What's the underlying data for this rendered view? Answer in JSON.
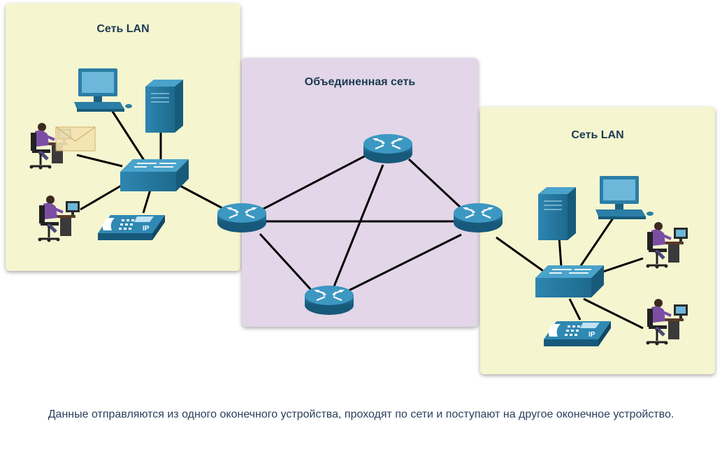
{
  "panels": {
    "lan_left": {
      "title": "Сеть LAN"
    },
    "internetwork": {
      "title": "Объединенная сеть"
    },
    "lan_right": {
      "title": "Сеть LAN"
    }
  },
  "devices": {
    "phone_label_left": "IP",
    "phone_label_right": "IP"
  },
  "caption": "Данные отправляются из одного оконечного устройства, проходят по сети и поступают на другое оконечное устройство.",
  "colors": {
    "lan_bg": "#f5f5d0",
    "internet_bg": "#e2d6e8",
    "device_blue": "#2b7ea6",
    "device_blue_dark": "#1c5f80",
    "link": "#000000",
    "caption_text": "#2a3f5c"
  }
}
